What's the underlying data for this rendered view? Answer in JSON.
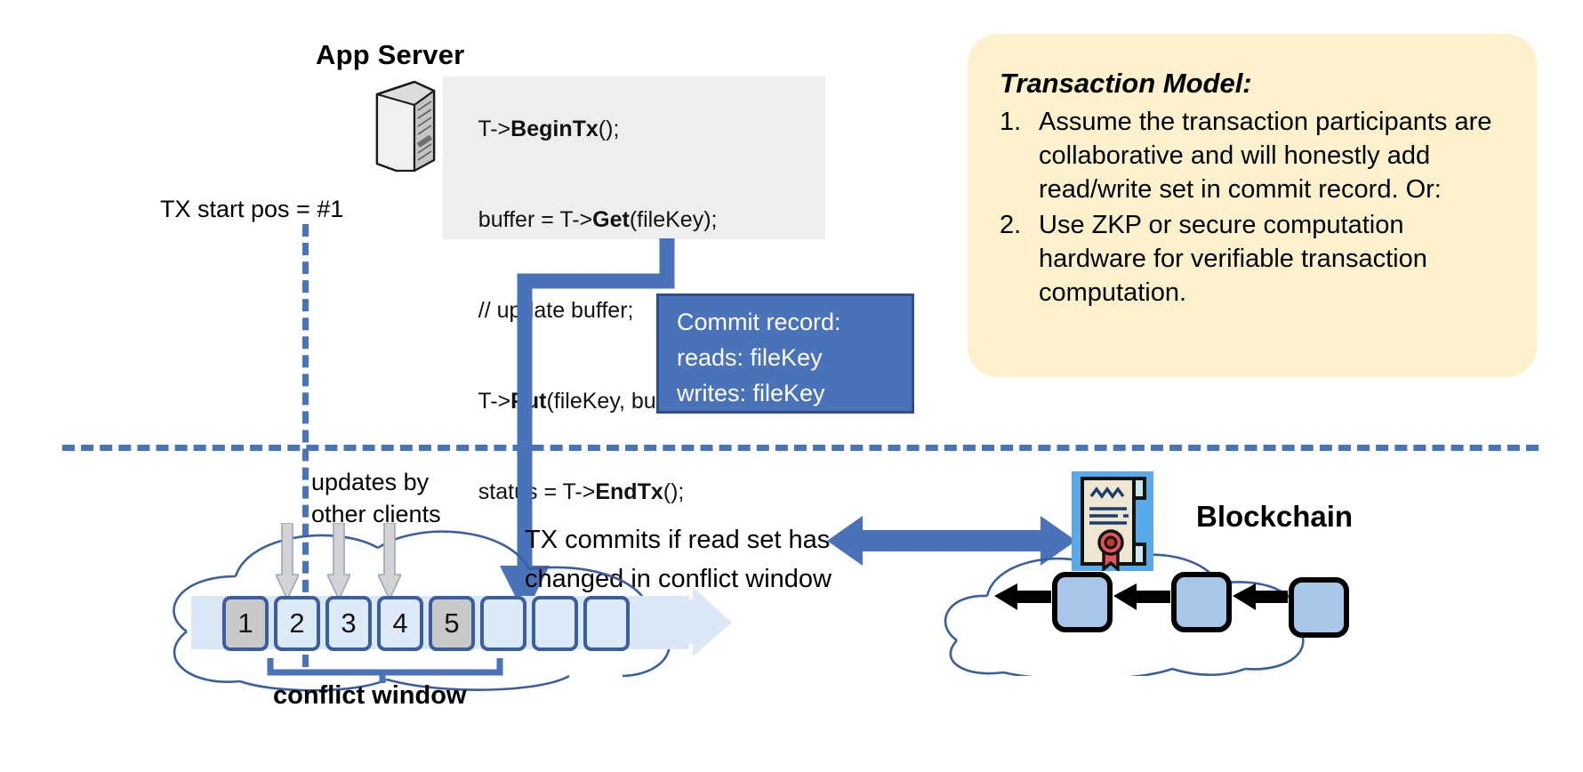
{
  "app_server": {
    "title": "App Server",
    "icon": "server-tower-icon",
    "code_lines": [
      {
        "pre": "T->",
        "bold": "BeginTx",
        "post": "();"
      },
      {
        "pre": "buffer = T->",
        "bold": "Get",
        "post": "(fileKey);"
      },
      {
        "pre": "// update buffer;",
        "bold": "",
        "post": ""
      },
      {
        "pre": "T->",
        "bold": "Put",
        "post": "(fileKey, buffer)"
      },
      {
        "pre": "status = T->",
        "bold": "EndTx",
        "post": "();"
      }
    ]
  },
  "tx_start": {
    "label": "TX start pos = #1"
  },
  "commit_record": {
    "lines": [
      "Commit record:",
      "reads: fileKey",
      "writes: fileKey"
    ],
    "bg_color": "#4a72b8",
    "border_color": "#2d4e8a",
    "text_color": "#ffffff"
  },
  "ledger": {
    "updates_label": [
      "updates by",
      "other clients"
    ],
    "commits_note": [
      "TX commits if read set has not",
      "changed in conflict window"
    ],
    "conflict_window_label": "conflict window",
    "blocks": [
      {
        "label": "1",
        "state": "filled"
      },
      {
        "label": "2",
        "state": "light"
      },
      {
        "label": "3",
        "state": "light"
      },
      {
        "label": "4",
        "state": "light"
      },
      {
        "label": "5",
        "state": "filled"
      },
      {
        "label": "",
        "state": "light"
      },
      {
        "label": "",
        "state": "light"
      },
      {
        "label": "",
        "state": "light"
      }
    ],
    "update_arrow_count": 3,
    "accent_color": "#4a72b8",
    "block_border_color": "#3b5f9e",
    "block_fill_light": "#dfeaf8",
    "block_fill_gray": "#c9c9c9"
  },
  "blockchain": {
    "label": "Blockchain",
    "icon": "certificate-seal-icon",
    "block_count": 3,
    "block_color": "#a8c6e8",
    "arrow_color": "#000000",
    "sync_arrow": "double-headed-arrow"
  },
  "transaction_model": {
    "title": "Transaction Model:",
    "bg_color": "#fdf1cd",
    "items": [
      {
        "num": "1.",
        "text": "Assume the transaction participants are collaborative and will honestly add read/write set in commit record.  Or:"
      },
      {
        "num": "2.",
        "text": "Use ZKP or secure computation hardware for verifiable transaction computation."
      }
    ]
  }
}
